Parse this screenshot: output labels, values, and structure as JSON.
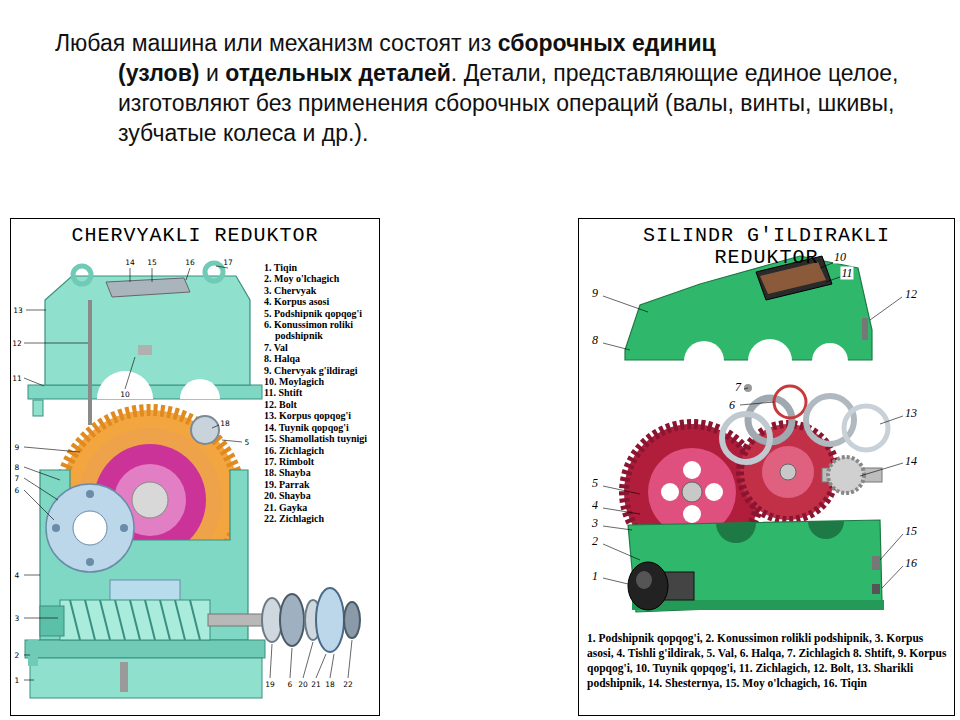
{
  "diagram": {
    "nodes": [
      {
        "text": [
          "CHERVYAKLI REDUKTOR"
        ]
      },
      {
        "text": [
          "SILINDR G'ILDIRAKLI REDUKTOR"
        ]
      }
    ],
    "labels": [
      "Любая машина или механизм состоят из",
      "сборочных единиц (узлов)",
      "и",
      "отдельных деталей",
      ". Детали, представляющие единое целое, изготовляют без применения сборочных операций (валы, винты, шкивы, зубчатые колеса и др.).",
      "1. Tiqin",
      "2. Moy o'lchagich",
      "3. Chervyak",
      "4. Korpus asosi",
      "5. Podshipnik qopqog'i",
      "6. Konussimon roliki podshipnik",
      "7. Val",
      "8. Halqa",
      "9. Chervyak g'ildiragi",
      "10. Moylagich",
      "11. Shtift",
      "12. Bolt",
      "13. Korpus qopqog'i",
      "14. Tuynik qopqog'i",
      "15. Shamollatish tuynigi",
      "16. Zichlagich",
      "17. Rimbolt",
      "18. Shayba",
      "19. Parrak",
      "20. Shayba",
      "21. Gayka",
      "22. Zichlagich",
      "14",
      "15",
      "16",
      "17",
      "13",
      "12",
      "11",
      "10",
      "18",
      "9",
      "5",
      "8",
      "7",
      "6",
      "4",
      "3",
      "2",
      "1",
      "19",
      "6",
      "20",
      "21",
      "18",
      "22",
      "10",
      "11",
      "9",
      "12",
      "8",
      "7",
      "6",
      "13",
      "14",
      "5",
      "4",
      "3",
      "2",
      "1",
      "15",
      "16",
      "1. Podshipnik qopqog'i, 2. Konussimon rolikli podshipnik, 3. Korpus asosi, 4. Tishli g'ildirak, 5. Val, 6. Halqa, 7. Zichlagich 8. Shtift, 9. Korpus qopqog'i, 10. Tuynik qopqog'i, 11. Zichlagich, 12. Bolt, 13. Sharikli podshipnik, 14. Shesternya, 15. Moy o'lchagich, 16. Tiqin"
    ]
  }
}
